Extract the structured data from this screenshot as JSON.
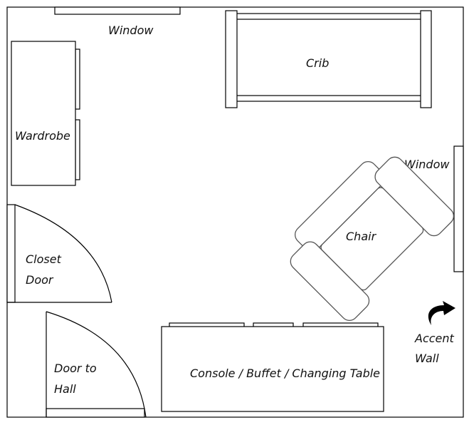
{
  "labels": {
    "window_top": "Window",
    "crib": "Crib",
    "wardrobe": "Wardrobe",
    "window_right": "Window",
    "chair": "Chair",
    "closet_door_line1": "Closet",
    "closet_door_line2": "Door",
    "door_hall_line1": "Door to",
    "door_hall_line2": "Hall",
    "console": "Console / Buffet / Changing Table",
    "accent_line1": "Accent",
    "accent_line2": "Wall"
  },
  "icons": {
    "accent_arrow": "curved-arrow-icon"
  },
  "colors": {
    "line": "#000000",
    "background": "#ffffff"
  }
}
